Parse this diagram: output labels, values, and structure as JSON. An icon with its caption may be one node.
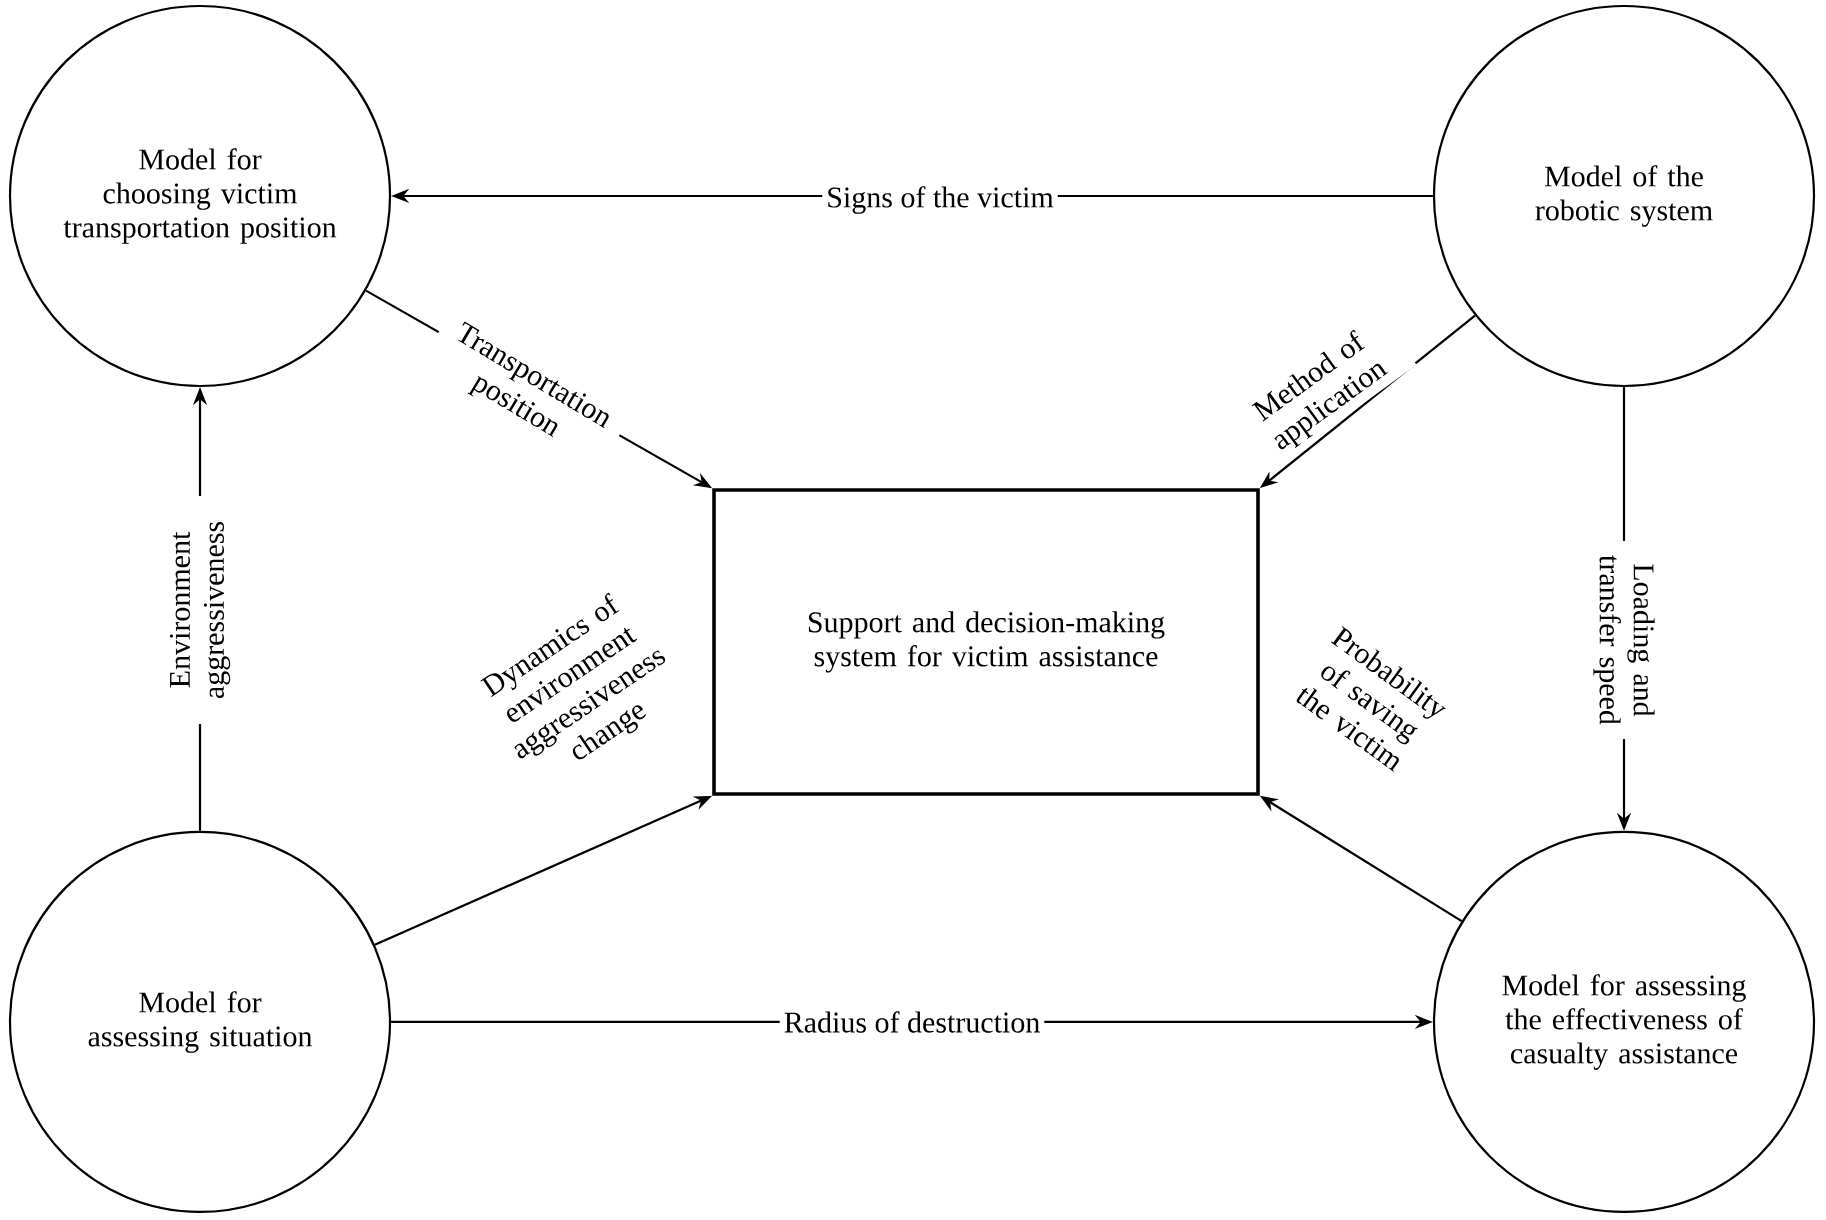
{
  "diagram": {
    "nodes": [
      {
        "text": [
          "Model for choosing victim transportation position"
        ]
      },
      {
        "text": [
          "Model of the robotic system"
        ]
      },
      {
        "text": [
          "Support and decision-making system for victim assistance"
        ]
      },
      {
        "text": [
          "Model for assessing situation"
        ]
      },
      {
        "text": [
          "Model for assessing the effectiveness of casualty assistance"
        ]
      }
    ],
    "edges": [
      {
        "from": 1,
        "to": 0,
        "arrow": "to",
        "label": "Signs of the victim"
      },
      {
        "from": 0,
        "to": 2,
        "arrow": "to",
        "label": "Transportation position"
      },
      {
        "from": 1,
        "to": 2,
        "arrow": "to",
        "label": "Method of application"
      },
      {
        "from": 3,
        "to": 0,
        "arrow": "to",
        "label": "Environment aggressiveness"
      },
      {
        "from": 1,
        "to": 4,
        "arrow": "to",
        "label": "Loading and transfer speed"
      },
      {
        "from": 3,
        "to": 2,
        "arrow": "to",
        "label": "Dynamics of environment aggressiveness change"
      },
      {
        "from": 4,
        "to": 2,
        "arrow": "to",
        "label": "Probability of saving the victim"
      },
      {
        "from": 3,
        "to": 4,
        "arrow": "to",
        "label": "Radius of destruction"
      }
    ]
  }
}
